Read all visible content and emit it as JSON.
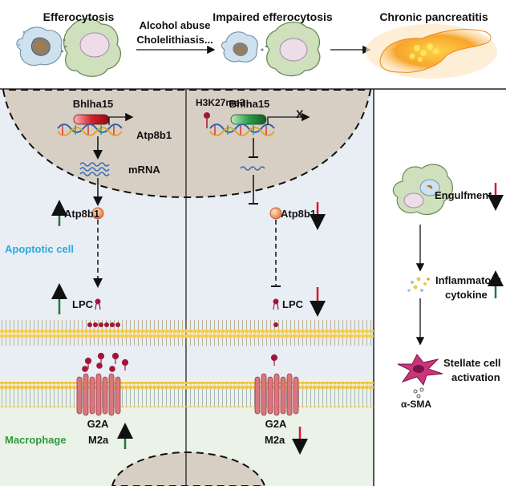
{
  "top": {
    "efferocytosis": "Efferocytosis",
    "causes_line1": "Alcohol abuse",
    "causes_line2": "Cholelithiasis...",
    "impaired": "Impaired efferocytosis",
    "chronic": "Chronic pancreatitis"
  },
  "left_panel": {
    "gene": "Bhlha15",
    "target": "Atp8b1",
    "mrna": "mRNA",
    "protein": "Atp8b1",
    "apoptotic_cell": "Apoptotic  cell",
    "lpc": "LPC",
    "receptor": "G2A",
    "macrophage": "Macrophage",
    "m2a": "M2a"
  },
  "middle_panel": {
    "histone_mark": "H3K27me3",
    "gene": "Bhlha15",
    "block": "X",
    "protein": "Atp8b1",
    "lpc": "LPC",
    "receptor": "G2A",
    "m2a": "M2a"
  },
  "right_panel": {
    "engulfment": "Engulfment",
    "inflammatory_line1": "Inflammatory",
    "inflammatory_line2": "cytokine",
    "stellate_line1": "Stellate cell",
    "stellate_line2": "activation",
    "alpha_sma": "α-SMA"
  },
  "colors": {
    "up_arrow": "#1e7a3c",
    "down_arrow": "#d8192e",
    "apoptotic_label": "#29a8e0",
    "macrophage_label": "#2e9a3e",
    "nucleus": "#d8cfc4",
    "cell_bg": "#e8eef4",
    "membrane": "#f2c645",
    "receptor": "#d9777f"
  }
}
